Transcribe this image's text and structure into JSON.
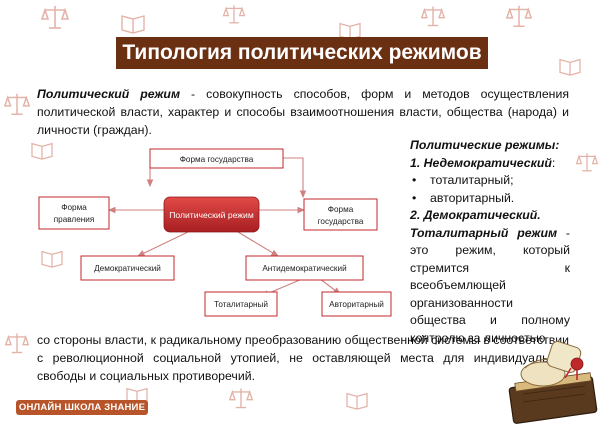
{
  "title": "Типология политических режимов",
  "definition": {
    "term": "Политический режим",
    "text": " - совокупность способов, форм и методов осуществления политической власти, характер и способы взаимоотношения власти, общества (народа) и личности (граждан)."
  },
  "diagram": {
    "center": "Политический режим",
    "top": "Форма государства",
    "left_line1": "Форма",
    "left_line2": "правления",
    "right_line1": "Форма",
    "right_line2": "государства",
    "democratic": "Демократический",
    "antidemocratic": "Антидемократический",
    "totalitarian": "Тоталитарный",
    "authoritarian": "Авторитарный"
  },
  "regimes": {
    "heading": "Политические режимы:",
    "item1_heading": "1. Недемократический",
    "item1_colon": ":",
    "item1_list": [
      "тоталитарный;",
      "авторитарный."
    ],
    "item2_heading": "2. Демократический.",
    "totalitarian_term": "Тоталитарный режим",
    "totalitarian_text_start": " - это режим, который стремится к всеобъемлющей организованности общества и полному контролю за личностью"
  },
  "continuation": "со стороны власти, к радикальному преобразованию общественной системы в соответствии с революционной социальной утопией, не оставляющей места для индивидуальной свободы и социальных противоречий.",
  "footer": "ОНЛАЙН ШКОЛА ЗНАНИЕ",
  "colors": {
    "title_bg": "#6b2f12",
    "center_box": "#c0282c",
    "box_border": "#c0282c",
    "footer_bg": "#b7542a",
    "deco": "#e3b3a8"
  }
}
